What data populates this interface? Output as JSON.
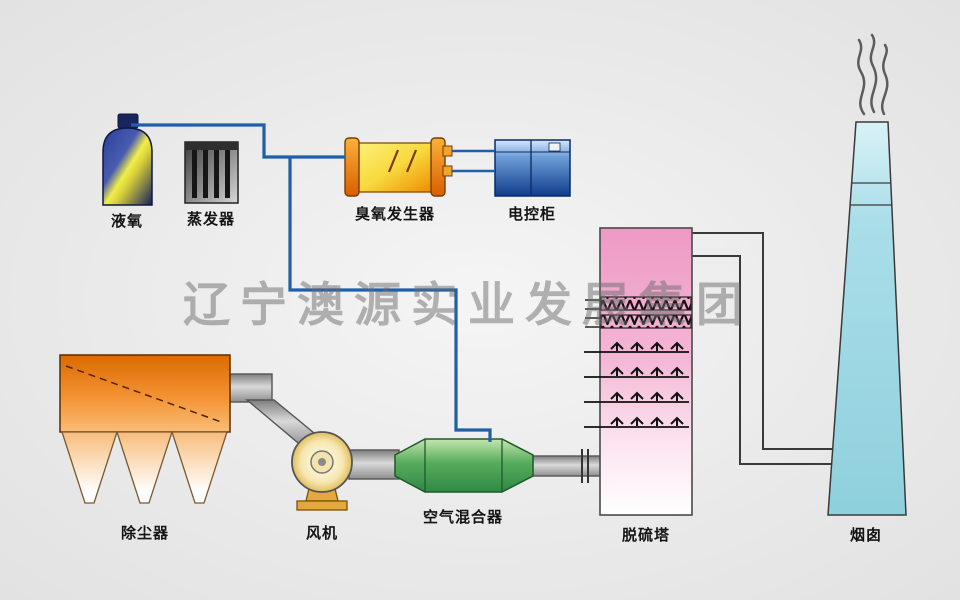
{
  "watermark": "辽宁澳源实业发展集团",
  "labels": {
    "liquid_oxygen": "液氧",
    "evaporator": "蒸发器",
    "ozone_generator": "臭氧发生器",
    "control_cabinet": "电控柜",
    "dust_collector": "除尘器",
    "fan": "风机",
    "air_mixer": "空气混合器",
    "desulfurization_tower": "脱硫塔",
    "chimney": "烟囱"
  },
  "colors": {
    "pipe_blue": "#1e5fa8",
    "duct_gray": "#b0b0b0",
    "tank_blue": "#22307e",
    "tank_yellow": "#f0ee4a",
    "ozone_orange": "#ef8a00",
    "cabinet_blue": "#16479e",
    "collector_orange": "#f08018",
    "mixer_green": "#3c9a4c",
    "tower_pink": "#ef9ec6",
    "chimney_cyan": "#a8dde8",
    "background_gray": "#e9e9e9"
  }
}
